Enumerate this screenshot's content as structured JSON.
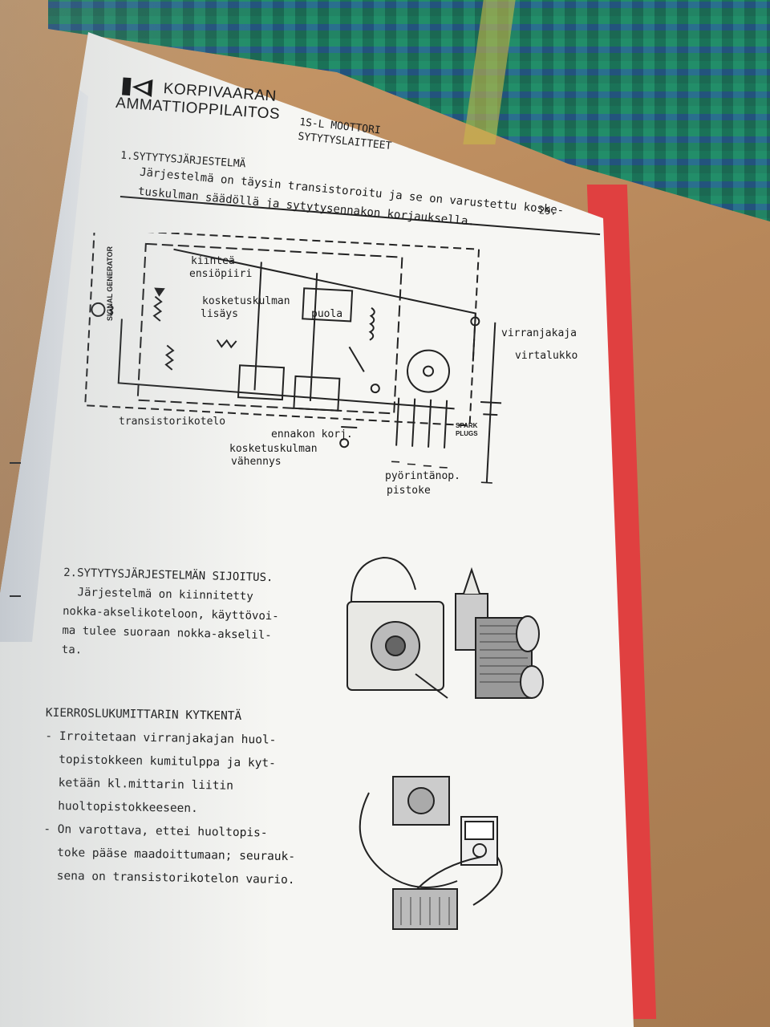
{
  "header": {
    "logo_line1": "KORPIVAARAN",
    "logo_line2": "AMMATTIOPPILAITOS",
    "model": "1S-L MOOTTORI",
    "subject": "SYTYTYSLAITTEET",
    "page_number": "29."
  },
  "section1": {
    "heading": "1.SYTYTYSJÄRJESTELMÄ",
    "line1": "Järjestelmä on täysin transistoroitu ja se on varustettu koske-",
    "line2": "tuskulman säädöllä ja sytytysennakon korjauksella."
  },
  "diagram": {
    "signal_generator": "SIGNAL GENERATOR",
    "kiintea": "kiinteä",
    "ensiopiiri": "ensiöpiiri",
    "kosketuskulman": "kosketuskulman",
    "lisays": "lisäys",
    "puola": "puola",
    "virranjakaja": "virranjakaja",
    "virtalukko": "virtalukko",
    "spark": "SPARK",
    "plugs": "PLUGS",
    "transistorikotelo": "transistorikotelo",
    "ennakon_korj": "ennakon korj.",
    "kosketuskulman2": "kosketuskulman",
    "vahennys": "vähennys",
    "pyorintanop": "pyörintänop.",
    "pistoke": "pistoke"
  },
  "section2": {
    "heading": "2.SYTYTYSJÄRJESTELMÄN SIJOITUS.",
    "lines": [
      "Järjestelmä on kiinnitetty",
      "nokka-akselikoteloon, käyttövoi-",
      "ma tulee suoraan nokka-akselil-",
      "ta."
    ]
  },
  "section3": {
    "heading": "KIERROSLUKUMITTARIN KYTKENTÄ",
    "lines": [
      "- Irroitetaan virranjakajan huol-",
      "  topistokkeen kumitulppa ja kyt-",
      "  ketään kl.mittarin liitin",
      "  huoltopistokkeeseen.",
      "- On varottava, ettei huoltopis-",
      "  toke pääse maadoittumaan; seurauk-",
      "  sena on transistorikotelon vaurio."
    ]
  }
}
